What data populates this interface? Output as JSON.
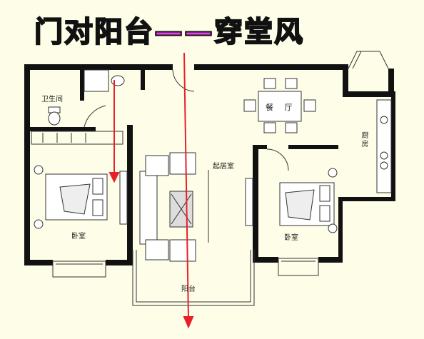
{
  "title": "门对阳台——穿堂风",
  "rooms": {
    "bathroom": "卫生间",
    "dining": "餐 厅",
    "kitchen": "厨房",
    "living": "起居室",
    "bedroom_left": "卧室",
    "bedroom_right": "卧室",
    "balcony": "阳台"
  },
  "colors": {
    "title_fill": "#e83cf0",
    "arrow": "#e8202a",
    "wall": "#111111",
    "background": "#fefee8"
  },
  "icons": [
    "toilet-icon",
    "bed-icon",
    "sofa-icon",
    "dining-table-icon",
    "stove-icon"
  ]
}
